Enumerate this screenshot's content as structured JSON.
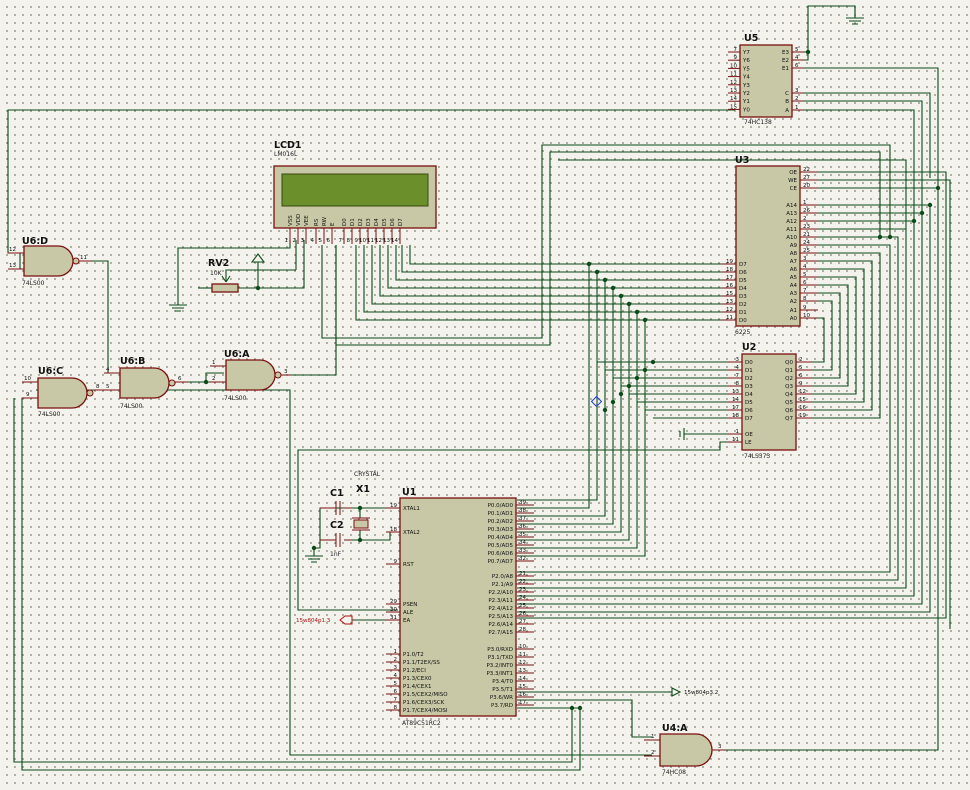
{
  "components": {
    "u5": {
      "ref": "U5",
      "value": "74HC138",
      "left_pins": [
        {
          "name": "Y7",
          "num": "7"
        },
        {
          "name": "Y6",
          "num": "9"
        },
        {
          "name": "Y5",
          "num": "10"
        },
        {
          "name": "Y4",
          "num": "11"
        },
        {
          "name": "Y3",
          "num": "12"
        },
        {
          "name": "Y2",
          "num": "13"
        },
        {
          "name": "Y1",
          "num": "14"
        },
        {
          "name": "Y0",
          "num": "15"
        }
      ],
      "right_pins": [
        {
          "name": "E3",
          "num": "5"
        },
        {
          "name": "E2",
          "num": "4"
        },
        {
          "name": "E1",
          "num": "6"
        },
        {
          "name": "C",
          "num": "3"
        },
        {
          "name": "B",
          "num": "2"
        },
        {
          "name": "A",
          "num": "1"
        }
      ]
    },
    "u3": {
      "ref": "U3",
      "value": "6225",
      "left_pins": [
        {
          "name": "D7",
          "num": "19"
        },
        {
          "name": "D6",
          "num": "18"
        },
        {
          "name": "D5",
          "num": "17"
        },
        {
          "name": "D4",
          "num": "16"
        },
        {
          "name": "D3",
          "num": "15"
        },
        {
          "name": "D2",
          "num": "13"
        },
        {
          "name": "D1",
          "num": "12"
        },
        {
          "name": "D0",
          "num": "11"
        }
      ],
      "right_pins": [
        {
          "name": "OE",
          "num": "22"
        },
        {
          "name": "WE",
          "num": "27"
        },
        {
          "name": "CE",
          "num": "20"
        },
        {
          "name": "A14",
          "num": "1"
        },
        {
          "name": "A13",
          "num": "26"
        },
        {
          "name": "A12",
          "num": "2"
        },
        {
          "name": "A11",
          "num": "23"
        },
        {
          "name": "A10",
          "num": "21"
        },
        {
          "name": "A9",
          "num": "24"
        },
        {
          "name": "A8",
          "num": "25"
        },
        {
          "name": "A7",
          "num": "3"
        },
        {
          "name": "A6",
          "num": "4"
        },
        {
          "name": "A5",
          "num": "5"
        },
        {
          "name": "A4",
          "num": "6"
        },
        {
          "name": "A3",
          "num": "7"
        },
        {
          "name": "A2",
          "num": "8"
        },
        {
          "name": "A1",
          "num": "9"
        },
        {
          "name": "A0",
          "num": "10"
        }
      ]
    },
    "u2": {
      "ref": "U2",
      "value": "74LS373",
      "left_pins": [
        {
          "name": "D0",
          "num": "3"
        },
        {
          "name": "D1",
          "num": "4"
        },
        {
          "name": "D2",
          "num": "7"
        },
        {
          "name": "D3",
          "num": "8"
        },
        {
          "name": "D4",
          "num": "13"
        },
        {
          "name": "D5",
          "num": "14"
        },
        {
          "name": "D6",
          "num": "17"
        },
        {
          "name": "D7",
          "num": "18"
        },
        {
          "name": "OE",
          "num": "1"
        },
        {
          "name": "LE",
          "num": "11"
        }
      ],
      "right_pins": [
        {
          "name": "Q0",
          "num": "2"
        },
        {
          "name": "Q1",
          "num": "5"
        },
        {
          "name": "Q2",
          "num": "6"
        },
        {
          "name": "Q3",
          "num": "9"
        },
        {
          "name": "Q4",
          "num": "12"
        },
        {
          "name": "Q5",
          "num": "15"
        },
        {
          "name": "Q6",
          "num": "16"
        },
        {
          "name": "Q7",
          "num": "19"
        }
      ]
    },
    "u1": {
      "ref": "U1",
      "value": "AT89C51RC2",
      "left_pins": [
        {
          "name": "XTAL1",
          "num": "19"
        },
        {
          "name": "XTAL2",
          "num": "18"
        },
        {
          "name": "RST",
          "num": "9"
        },
        {
          "name": "PSEN",
          "num": "29"
        },
        {
          "name": "ALE",
          "num": "30"
        },
        {
          "name": "EA",
          "num": "31"
        },
        {
          "name": "P1.0/T2",
          "num": "1"
        },
        {
          "name": "P1.1/T2EX/SS",
          "num": "2"
        },
        {
          "name": "P1.2/ECI",
          "num": "3"
        },
        {
          "name": "P1.3/CEX0",
          "num": "4"
        },
        {
          "name": "P1.4/CEX1",
          "num": "5"
        },
        {
          "name": "P1.5/CEX2/MISO",
          "num": "6"
        },
        {
          "name": "P1.6/CEX3/SCK",
          "num": "7"
        },
        {
          "name": "P1.7/CEX4/MOSI",
          "num": "8"
        }
      ],
      "right_pins": [
        {
          "name": "P0.0/AD0",
          "num": "39"
        },
        {
          "name": "P0.1/AD1",
          "num": "38"
        },
        {
          "name": "P0.2/AD2",
          "num": "37"
        },
        {
          "name": "P0.3/AD3",
          "num": "36"
        },
        {
          "name": "P0.4/AD4",
          "num": "35"
        },
        {
          "name": "P0.5/AD5",
          "num": "34"
        },
        {
          "name": "P0.6/AD6",
          "num": "33"
        },
        {
          "name": "P0.7/AD7",
          "num": "32"
        },
        {
          "name": "P2.0/A8",
          "num": "21"
        },
        {
          "name": "P2.1/A9",
          "num": "22"
        },
        {
          "name": "P2.2/A10",
          "num": "23"
        },
        {
          "name": "P2.3/A11",
          "num": "24"
        },
        {
          "name": "P2.4/A12",
          "num": "25"
        },
        {
          "name": "P2.5/A13",
          "num": "26"
        },
        {
          "name": "P2.6/A14",
          "num": "27"
        },
        {
          "name": "P2.7/A15",
          "num": "28"
        },
        {
          "name": "P3.0/RXD",
          "num": "10"
        },
        {
          "name": "P3.1/TXD",
          "num": "11"
        },
        {
          "name": "P3.2/INT0",
          "num": "12"
        },
        {
          "name": "P3.3/INT1",
          "num": "13"
        },
        {
          "name": "P3.4/T0",
          "num": "14"
        },
        {
          "name": "P3.5/T1",
          "num": "15"
        },
        {
          "name": "P3.6/WR",
          "num": "16"
        },
        {
          "name": "P3.7/RD",
          "num": "17"
        }
      ]
    },
    "lcd1": {
      "ref": "LCD1",
      "value": "LM016L",
      "pins": [
        {
          "name": "VSS",
          "num": "1"
        },
        {
          "name": "VDD",
          "num": "2"
        },
        {
          "name": "VEE",
          "num": "3"
        },
        {
          "name": "RS",
          "num": "4"
        },
        {
          "name": "RW",
          "num": "5"
        },
        {
          "name": "E",
          "num": "6"
        },
        {
          "name": "D0",
          "num": "7"
        },
        {
          "name": "D1",
          "num": "8"
        },
        {
          "name": "D2",
          "num": "9"
        },
        {
          "name": "D3",
          "num": "10"
        },
        {
          "name": "D4",
          "num": "11"
        },
        {
          "name": "D5",
          "num": "12"
        },
        {
          "name": "D6",
          "num": "13"
        },
        {
          "name": "D7",
          "num": "14"
        }
      ]
    },
    "rv2": {
      "ref": "RV2",
      "value": "10K"
    },
    "x1": {
      "ref": "X1",
      "value": "CRYSTAL"
    },
    "c1": {
      "ref": "C1",
      "value": ""
    },
    "c2": {
      "ref": "C2",
      "value": "1nF"
    },
    "u6d": {
      "ref": "U6:D",
      "value": "74LS00",
      "pins": [
        "12",
        "13",
        "11"
      ]
    },
    "u6c": {
      "ref": "U6:C",
      "value": "74LS00",
      "pins": [
        "10",
        "9",
        "8"
      ]
    },
    "u6b": {
      "ref": "U6:B",
      "value": "74LS00",
      "pins": [
        "4",
        "5",
        "6"
      ]
    },
    "u6a": {
      "ref": "U6:A",
      "value": "74LS00",
      "pins": [
        "1",
        "2",
        "3"
      ]
    },
    "u4a": {
      "ref": "U4:A",
      "value": "74HC08",
      "pins": [
        "1",
        "2",
        "3"
      ]
    }
  },
  "terminals": {
    "ea": "15w804p1.3",
    "t1": "15w804p3.2"
  }
}
